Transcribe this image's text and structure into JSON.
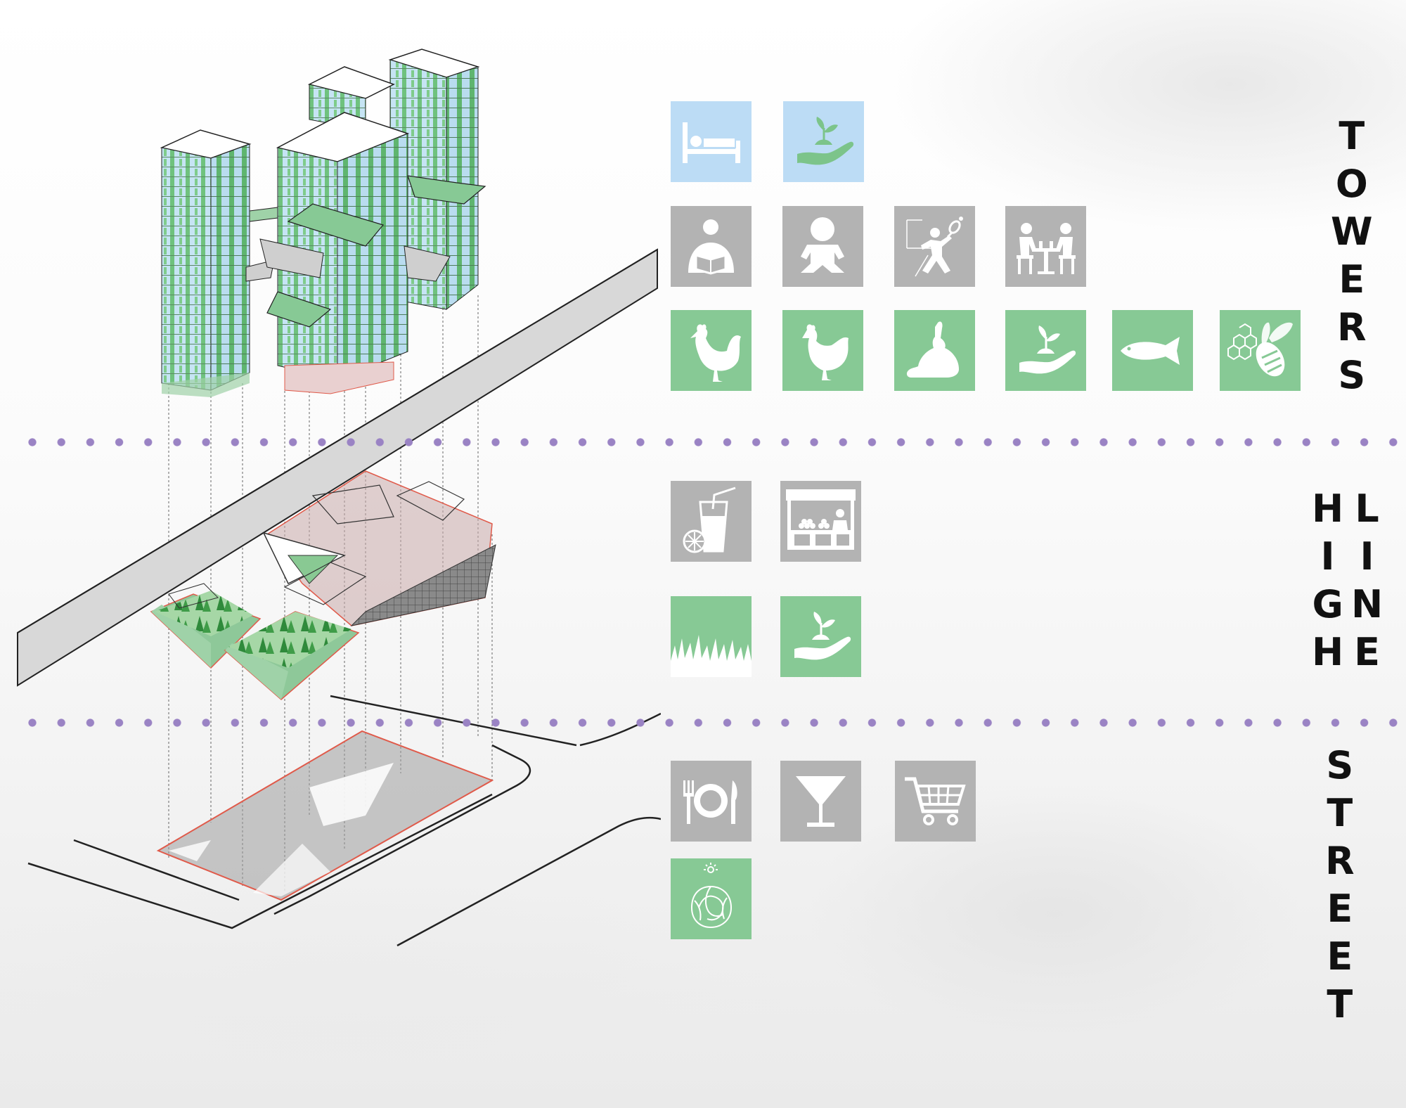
{
  "labels": {
    "towers": [
      "T",
      "O",
      "W",
      "E",
      "R",
      "S"
    ],
    "high": [
      "H",
      "I",
      "G",
      "H"
    ],
    "line": [
      "L",
      "I",
      "N",
      "E"
    ],
    "street": [
      "S",
      "T",
      "R",
      "E",
      "E",
      "T"
    ]
  },
  "colors": {
    "accent_green": "#87c995",
    "accent_blue": "#bcdcf5",
    "accent_grey": "#b3b3b3",
    "divider_purple": "#9a83c4",
    "site_outline_red": "#e05a4a"
  },
  "icons": {
    "towers": {
      "row1": [
        "bed-icon",
        "plant-in-hand-icon"
      ],
      "row2": [
        "reading-icon",
        "baby-icon",
        "tennis-player-icon",
        "cafe-table-icon"
      ],
      "row3": [
        "rooster-icon",
        "hen-icon",
        "rabbit-icon",
        "plant-in-hand-icon",
        "fish-icon",
        "bee-honeycomb-icon"
      ]
    },
    "highline": {
      "row1": [
        "juice-glass-icon",
        "market-stall-icon"
      ],
      "row2": [
        "grass-icon",
        "plant-in-hand-icon"
      ]
    },
    "street": {
      "row1": [
        "restaurant-icon",
        "cocktail-icon",
        "shopping-cart-icon"
      ],
      "row2": [
        "cabbage-icon"
      ]
    }
  }
}
